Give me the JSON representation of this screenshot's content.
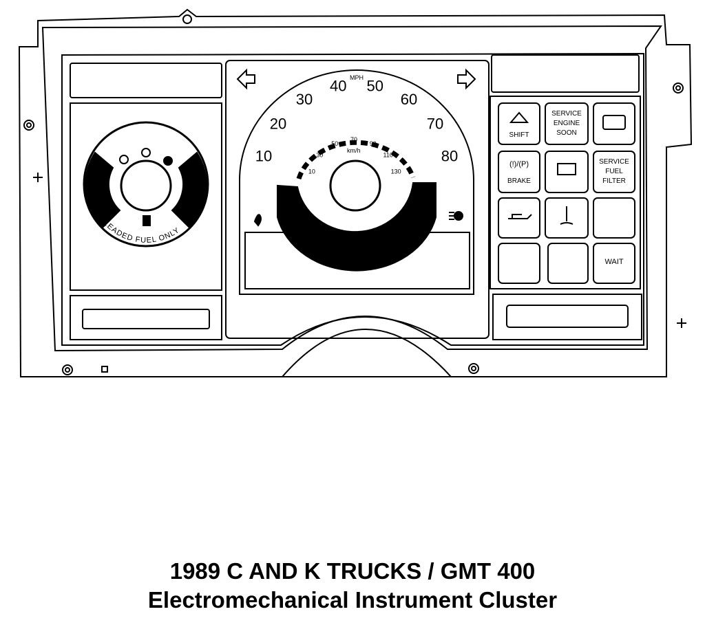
{
  "caption": {
    "line1": "1989 C AND K TRUCKS / GMT 400",
    "line2": "Electromechanical Instrument Cluster"
  },
  "speedometer": {
    "unit_mph": "MPH",
    "unit_kmh": "km/h",
    "mph_labels": [
      "10",
      "20",
      "30",
      "40",
      "50",
      "60",
      "70",
      "80"
    ],
    "kmh_labels": [
      "10",
      "30",
      "50",
      "70",
      "90",
      "110",
      "130"
    ]
  },
  "fuel_gauge": {
    "label": "UNLEADED FUEL ONLY"
  },
  "warning_lights": {
    "shift": "SHIFT",
    "service_engine_soon": [
      "SERVICE",
      "ENGINE",
      "SOON"
    ],
    "brake_symbol": "(!)/(P)",
    "brake": "BRAKE",
    "service_fuel_filter": [
      "SERVICE",
      "FUEL",
      "FILTER"
    ],
    "wait": "WAIT"
  },
  "colors": {
    "ink": "#000000",
    "paper": "#ffffff"
  }
}
